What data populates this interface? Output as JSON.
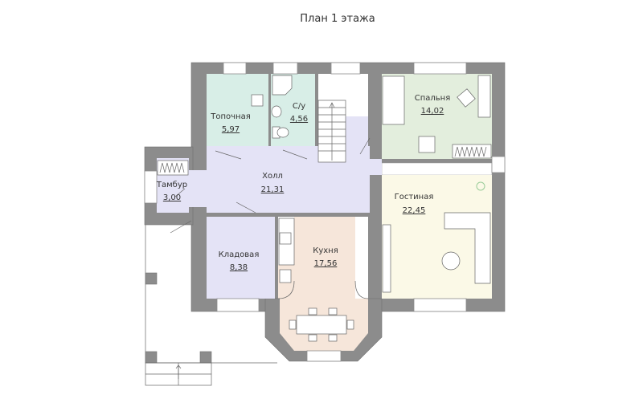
{
  "title": "План 1 этажа",
  "colors": {
    "wall": "#8c8c8c",
    "boiler_room": "#d8eee7",
    "bathroom": "#d8eee7",
    "hall": "#e4e3f6",
    "bedroom": "#e3eedd",
    "living_room": "#fbf9e7",
    "kitchen": "#f6e6da"
  },
  "rooms": [
    {
      "name": "Топочная",
      "area": "5,97"
    },
    {
      "name": "С/у",
      "area": "4,56"
    },
    {
      "name": "Холл",
      "area": "21,31"
    },
    {
      "name": "Тамбур",
      "area": "3,00"
    },
    {
      "name": "Кладовая",
      "area": "8,38"
    },
    {
      "name": "Кухня",
      "area": "17,56"
    },
    {
      "name": "Спальня",
      "area": "14,02"
    },
    {
      "name": "Гостиная",
      "area": "22,45"
    }
  ]
}
